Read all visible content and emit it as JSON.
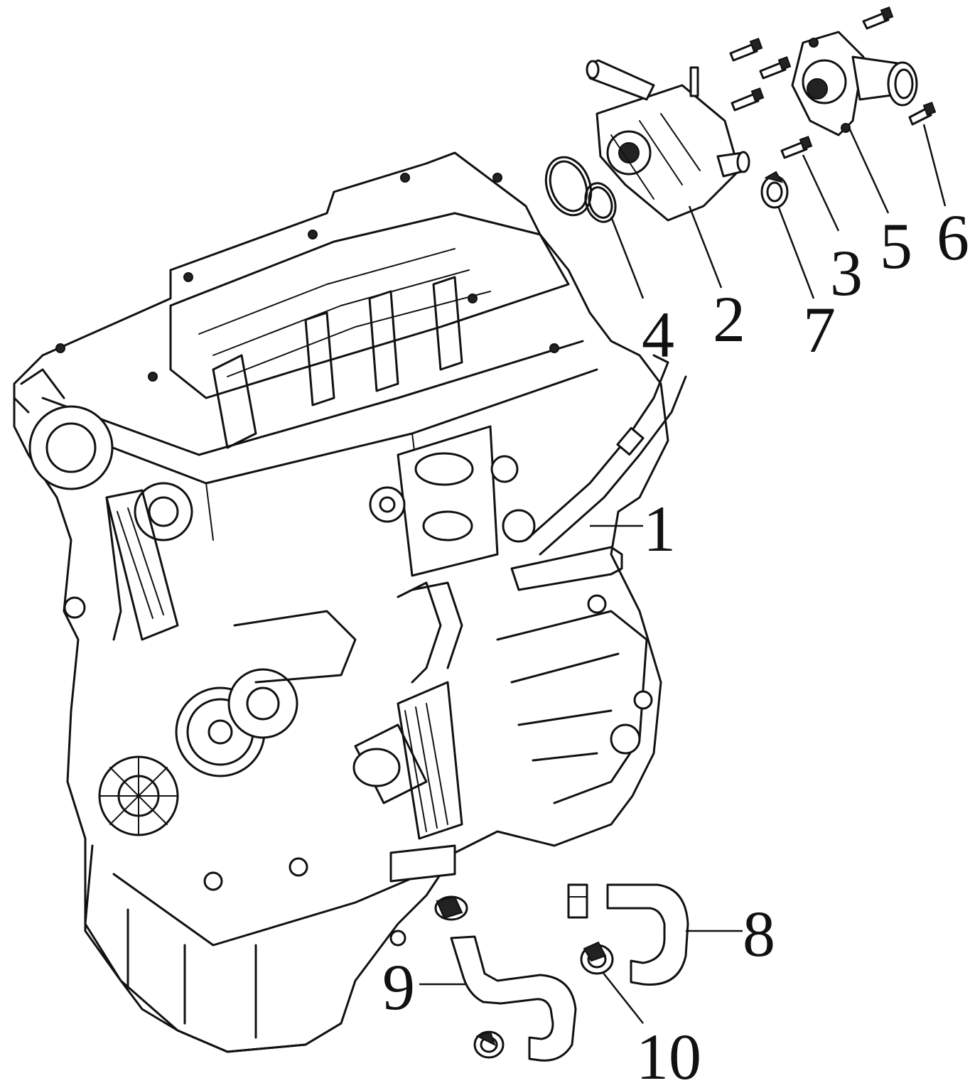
{
  "diagram": {
    "type": "exploded-parts-diagram",
    "ink_color": "#111111",
    "background": "#ffffff",
    "callouts": [
      {
        "id": "1",
        "label": "1",
        "part": "engine-coolant-pipe"
      },
      {
        "id": "2",
        "label": "2",
        "part": "thermostat-housing"
      },
      {
        "id": "3",
        "label": "3",
        "part": "housing-bolt"
      },
      {
        "id": "4",
        "label": "4",
        "part": "o-ring-seals"
      },
      {
        "id": "5",
        "label": "5",
        "part": "thermostat-outlet-cover"
      },
      {
        "id": "6",
        "label": "6",
        "part": "cover-bolt"
      },
      {
        "id": "7",
        "label": "7",
        "part": "hose-clamp"
      },
      {
        "id": "8",
        "label": "8",
        "part": "coolant-hose"
      },
      {
        "id": "9",
        "label": "9",
        "part": "bypass-hose"
      },
      {
        "id": "10",
        "label": "10",
        "part": "hose-clamp-lower"
      }
    ]
  }
}
